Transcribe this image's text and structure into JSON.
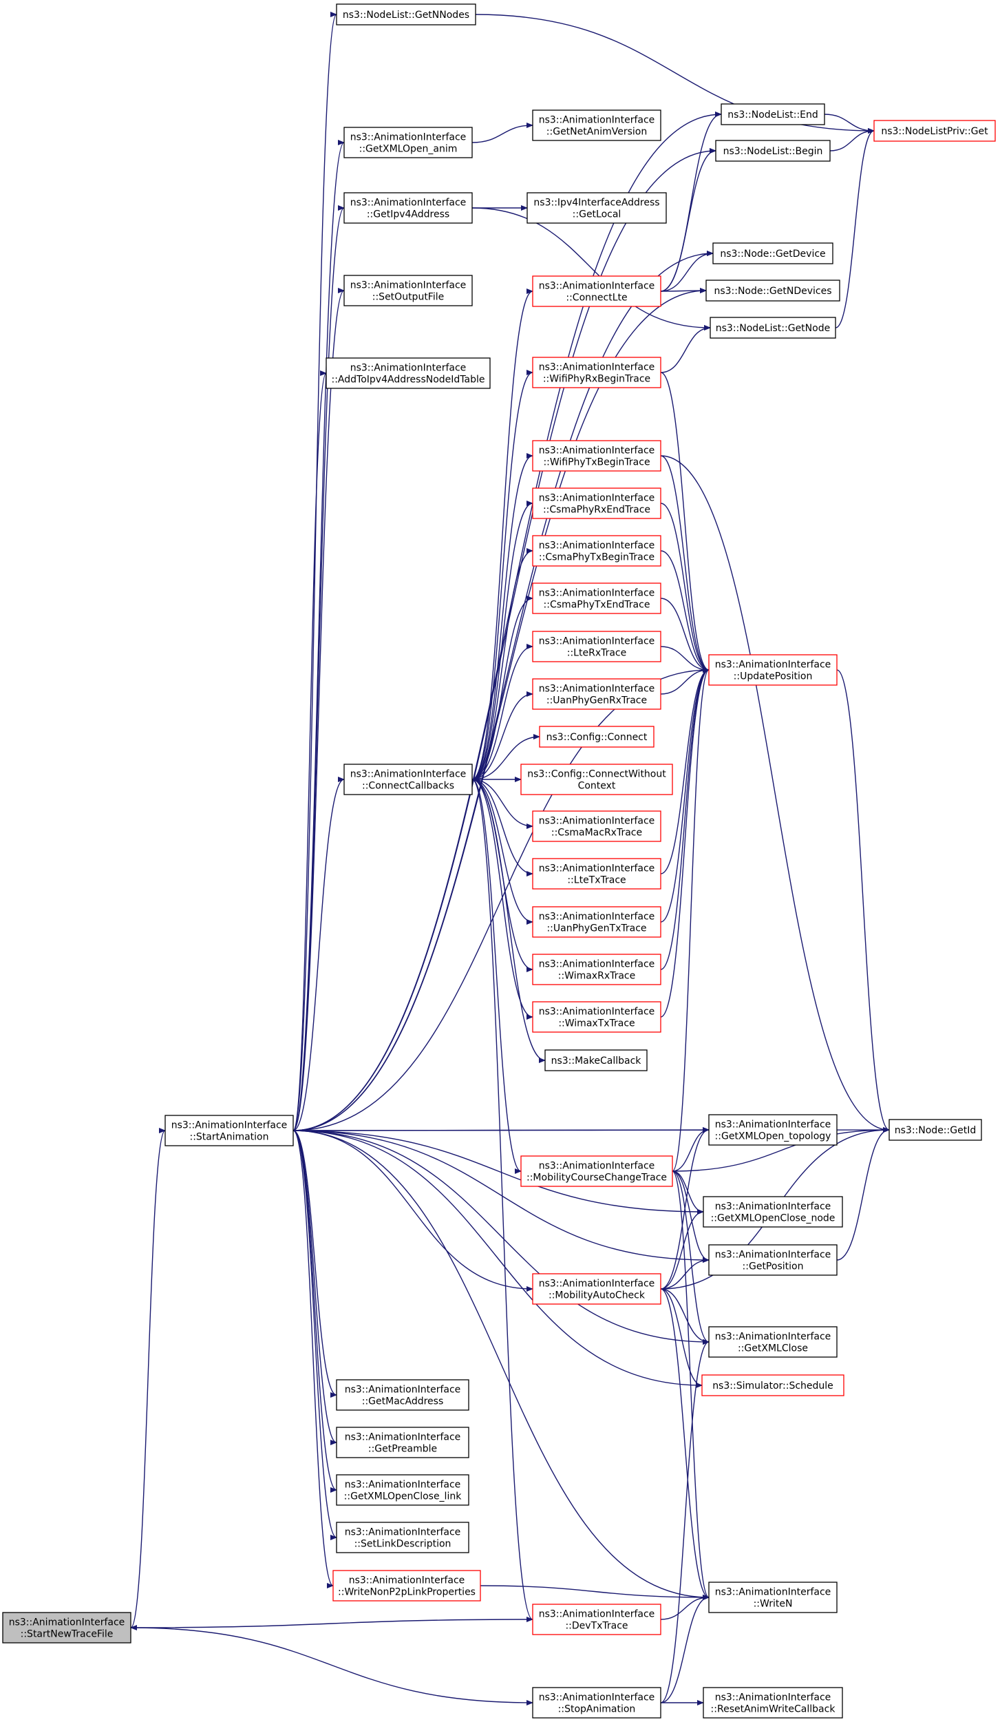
{
  "colors": {
    "edge": "#191970",
    "node_border": "#000000",
    "node_border_truncated": "#ff0000",
    "root_fill": "#bfbfbf"
  },
  "nodes": [
    {
      "id": "startNewTraceFile",
      "lines": [
        "ns3::AnimationInterface",
        "::StartNewTraceFile"
      ],
      "style": "root"
    },
    {
      "id": "startAnimation",
      "lines": [
        "ns3::AnimationInterface",
        "::StartAnimation"
      ],
      "style": "normal"
    },
    {
      "id": "devTxTrace",
      "lines": [
        "ns3::AnimationInterface",
        "::DevTxTrace"
      ],
      "style": "red"
    },
    {
      "id": "stopAnimation",
      "lines": [
        "ns3::AnimationInterface",
        "::StopAnimation"
      ],
      "style": "normal"
    },
    {
      "id": "getNNodes",
      "lines": [
        "ns3::NodeList::GetNNodes"
      ],
      "style": "normal"
    },
    {
      "id": "getXMLOpenAnim",
      "lines": [
        "ns3::AnimationInterface",
        "::GetXMLOpen_anim"
      ],
      "style": "normal"
    },
    {
      "id": "getIpv4Address",
      "lines": [
        "ns3::AnimationInterface",
        "::GetIpv4Address"
      ],
      "style": "normal"
    },
    {
      "id": "setOutputFile",
      "lines": [
        "ns3::AnimationInterface",
        "::SetOutputFile"
      ],
      "style": "normal"
    },
    {
      "id": "addToIpv4",
      "lines": [
        "ns3::AnimationInterface",
        "::AddToIpv4AddressNodeIdTable"
      ],
      "style": "normal"
    },
    {
      "id": "connectCallbacks",
      "lines": [
        "ns3::AnimationInterface",
        "::ConnectCallbacks"
      ],
      "style": "normal"
    },
    {
      "id": "getMacAddress",
      "lines": [
        "ns3::AnimationInterface",
        "::GetMacAddress"
      ],
      "style": "normal"
    },
    {
      "id": "getPreamble",
      "lines": [
        "ns3::AnimationInterface",
        "::GetPreamble"
      ],
      "style": "normal"
    },
    {
      "id": "getXMLOpenCloseLink",
      "lines": [
        "ns3::AnimationInterface",
        "::GetXMLOpenClose_link"
      ],
      "style": "normal"
    },
    {
      "id": "setLinkDescription",
      "lines": [
        "ns3::AnimationInterface",
        "::SetLinkDescription"
      ],
      "style": "normal"
    },
    {
      "id": "writeNonP2p",
      "lines": [
        "ns3::AnimationInterface",
        "::WriteNonP2pLinkProperties"
      ],
      "style": "red"
    },
    {
      "id": "getNetAnimVersion",
      "lines": [
        "ns3::AnimationInterface",
        "::GetNetAnimVersion"
      ],
      "style": "normal"
    },
    {
      "id": "getLocal",
      "lines": [
        "ns3::Ipv4InterfaceAddress",
        "::GetLocal"
      ],
      "style": "normal"
    },
    {
      "id": "connectLte",
      "lines": [
        "ns3::AnimationInterface",
        "::ConnectLte"
      ],
      "style": "red"
    },
    {
      "id": "wifiPhyRxBegin",
      "lines": [
        "ns3::AnimationInterface",
        "::WifiPhyRxBeginTrace"
      ],
      "style": "red"
    },
    {
      "id": "wifiPhyTxBegin",
      "lines": [
        "ns3::AnimationInterface",
        "::WifiPhyTxBeginTrace"
      ],
      "style": "red"
    },
    {
      "id": "csmaPhyRxEnd",
      "lines": [
        "ns3::AnimationInterface",
        "::CsmaPhyRxEndTrace"
      ],
      "style": "red"
    },
    {
      "id": "csmaPhyTxBegin",
      "lines": [
        "ns3::AnimationInterface",
        "::CsmaPhyTxBeginTrace"
      ],
      "style": "red"
    },
    {
      "id": "csmaPhyTxEnd",
      "lines": [
        "ns3::AnimationInterface",
        "::CsmaPhyTxEndTrace"
      ],
      "style": "red"
    },
    {
      "id": "lteRx",
      "lines": [
        "ns3::AnimationInterface",
        "::LteRxTrace"
      ],
      "style": "red"
    },
    {
      "id": "uanPhyGenRx",
      "lines": [
        "ns3::AnimationInterface",
        "::UanPhyGenRxTrace"
      ],
      "style": "red"
    },
    {
      "id": "configConnect",
      "lines": [
        "ns3::Config::Connect"
      ],
      "style": "red"
    },
    {
      "id": "configConnectWithout",
      "lines": [
        "ns3::Config::ConnectWithout",
        "Context"
      ],
      "style": "red"
    },
    {
      "id": "csmaMacRx",
      "lines": [
        "ns3::AnimationInterface",
        "::CsmaMacRxTrace"
      ],
      "style": "red"
    },
    {
      "id": "lteTx",
      "lines": [
        "ns3::AnimationInterface",
        "::LteTxTrace"
      ],
      "style": "red"
    },
    {
      "id": "uanPhyGenTx",
      "lines": [
        "ns3::AnimationInterface",
        "::UanPhyGenTxTrace"
      ],
      "style": "red"
    },
    {
      "id": "wimaxRx",
      "lines": [
        "ns3::AnimationInterface",
        "::WimaxRxTrace"
      ],
      "style": "red"
    },
    {
      "id": "wimaxTx",
      "lines": [
        "ns3::AnimationInterface",
        "::WimaxTxTrace"
      ],
      "style": "red"
    },
    {
      "id": "makeCallback",
      "lines": [
        "ns3::MakeCallback"
      ],
      "style": "normal"
    },
    {
      "id": "mobilityCourseChange",
      "lines": [
        "ns3::AnimationInterface",
        "::MobilityCourseChangeTrace"
      ],
      "style": "red"
    },
    {
      "id": "mobilityAutoCheck",
      "lines": [
        "ns3::AnimationInterface",
        "::MobilityAutoCheck"
      ],
      "style": "red"
    },
    {
      "id": "nodeListEnd",
      "lines": [
        "ns3::NodeList::End"
      ],
      "style": "normal"
    },
    {
      "id": "nodeListBegin",
      "lines": [
        "ns3::NodeList::Begin"
      ],
      "style": "normal"
    },
    {
      "id": "nodeGetDevice",
      "lines": [
        "ns3::Node::GetDevice"
      ],
      "style": "normal"
    },
    {
      "id": "nodeGetNDevices",
      "lines": [
        "ns3::Node::GetNDevices"
      ],
      "style": "normal"
    },
    {
      "id": "nodeListGetNode",
      "lines": [
        "ns3::NodeList::GetNode"
      ],
      "style": "normal"
    },
    {
      "id": "updatePosition",
      "lines": [
        "ns3::AnimationInterface",
        "::UpdatePosition"
      ],
      "style": "red"
    },
    {
      "id": "getXMLOpenTopology",
      "lines": [
        "ns3::AnimationInterface",
        "::GetXMLOpen_topology"
      ],
      "style": "normal"
    },
    {
      "id": "getXMLOpenCloseNode",
      "lines": [
        "ns3::AnimationInterface",
        "::GetXMLOpenClose_node"
      ],
      "style": "normal"
    },
    {
      "id": "getPosition",
      "lines": [
        "ns3::AnimationInterface",
        "::GetPosition"
      ],
      "style": "normal"
    },
    {
      "id": "getXMLClose",
      "lines": [
        "ns3::AnimationInterface",
        "::GetXMLClose"
      ],
      "style": "normal"
    },
    {
      "id": "simulatorSchedule",
      "lines": [
        "ns3::Simulator::Schedule"
      ],
      "style": "red"
    },
    {
      "id": "writeN",
      "lines": [
        "ns3::AnimationInterface",
        "::WriteN"
      ],
      "style": "normal"
    },
    {
      "id": "resetAnimWrite",
      "lines": [
        "ns3::AnimationInterface",
        "::ResetAnimWriteCallback"
      ],
      "style": "normal"
    },
    {
      "id": "nodeListPrivGet",
      "lines": [
        "ns3::NodeListPriv::Get"
      ],
      "style": "red"
    },
    {
      "id": "nodeGetId",
      "lines": [
        "ns3::Node::GetId"
      ],
      "style": "normal"
    }
  ],
  "edges": [
    [
      "startNewTraceFile",
      "startAnimation"
    ],
    [
      "startNewTraceFile",
      "stopAnimation"
    ],
    [
      "devTxTrace",
      "startNewTraceFile"
    ],
    [
      "devTxTrace",
      "writeN"
    ],
    [
      "stopAnimation",
      "writeN"
    ],
    [
      "stopAnimation",
      "resetAnimWrite"
    ],
    [
      "stopAnimation",
      "getXMLClose"
    ],
    [
      "startAnimation",
      "getNNodes"
    ],
    [
      "startAnimation",
      "nodeListEnd"
    ],
    [
      "startAnimation",
      "nodeListBegin"
    ],
    [
      "startAnimation",
      "getXMLOpenAnim"
    ],
    [
      "startAnimation",
      "getIpv4Address"
    ],
    [
      "startAnimation",
      "nodeGetDevice"
    ],
    [
      "startAnimation",
      "setOutputFile"
    ],
    [
      "startAnimation",
      "nodeGetNDevices"
    ],
    [
      "startAnimation",
      "addToIpv4"
    ],
    [
      "startAnimation",
      "updatePosition"
    ],
    [
      "startAnimation",
      "connectCallbacks"
    ],
    [
      "startAnimation",
      "nodeGetId"
    ],
    [
      "startAnimation",
      "getXMLOpenTopology"
    ],
    [
      "startAnimation",
      "getXMLOpenCloseNode"
    ],
    [
      "startAnimation",
      "getPosition"
    ],
    [
      "startAnimation",
      "mobilityAutoCheck"
    ],
    [
      "startAnimation",
      "getXMLClose"
    ],
    [
      "startAnimation",
      "simulatorSchedule"
    ],
    [
      "startAnimation",
      "getMacAddress"
    ],
    [
      "startAnimation",
      "getPreamble"
    ],
    [
      "startAnimation",
      "getXMLOpenCloseLink"
    ],
    [
      "startAnimation",
      "setLinkDescription"
    ],
    [
      "startAnimation",
      "writeNonP2p"
    ],
    [
      "startAnimation",
      "writeN"
    ],
    [
      "getXMLOpenAnim",
      "getNetAnimVersion"
    ],
    [
      "getIpv4Address",
      "getLocal"
    ],
    [
      "getIpv4Address",
      "nodeListGetNode"
    ],
    [
      "writeNonP2p",
      "writeN"
    ],
    [
      "connectCallbacks",
      "connectLte"
    ],
    [
      "connectCallbacks",
      "wifiPhyRxBegin"
    ],
    [
      "connectCallbacks",
      "wifiPhyTxBegin"
    ],
    [
      "connectCallbacks",
      "csmaPhyRxEnd"
    ],
    [
      "connectCallbacks",
      "csmaPhyTxBegin"
    ],
    [
      "connectCallbacks",
      "csmaPhyTxEnd"
    ],
    [
      "connectCallbacks",
      "lteRx"
    ],
    [
      "connectCallbacks",
      "uanPhyGenRx"
    ],
    [
      "connectCallbacks",
      "configConnect"
    ],
    [
      "connectCallbacks",
      "configConnectWithout"
    ],
    [
      "connectCallbacks",
      "csmaMacRx"
    ],
    [
      "connectCallbacks",
      "lteTx"
    ],
    [
      "connectCallbacks",
      "uanPhyGenTx"
    ],
    [
      "connectCallbacks",
      "wimaxRx"
    ],
    [
      "connectCallbacks",
      "wimaxTx"
    ],
    [
      "connectCallbacks",
      "makeCallback"
    ],
    [
      "connectCallbacks",
      "mobilityCourseChange"
    ],
    [
      "connectCallbacks",
      "devTxTrace"
    ],
    [
      "connectLte",
      "nodeListEnd"
    ],
    [
      "connectLte",
      "nodeListBegin"
    ],
    [
      "connectLte",
      "nodeGetDevice"
    ],
    [
      "connectLte",
      "nodeGetNDevices"
    ],
    [
      "wifiPhyRxBegin",
      "nodeListGetNode"
    ],
    [
      "wifiPhyRxBegin",
      "updatePosition"
    ],
    [
      "wifiPhyTxBegin",
      "updatePosition"
    ],
    [
      "wifiPhyTxBegin",
      "nodeGetId"
    ],
    [
      "csmaPhyRxEnd",
      "updatePosition"
    ],
    [
      "csmaPhyTxBegin",
      "updatePosition"
    ],
    [
      "csmaPhyTxEnd",
      "updatePosition"
    ],
    [
      "lteRx",
      "updatePosition"
    ],
    [
      "uanPhyGenRx",
      "updatePosition"
    ],
    [
      "lteTx",
      "updatePosition"
    ],
    [
      "uanPhyGenTx",
      "updatePosition"
    ],
    [
      "wimaxRx",
      "updatePosition"
    ],
    [
      "wimaxTx",
      "updatePosition"
    ],
    [
      "mobilityCourseChange",
      "updatePosition"
    ],
    [
      "mobilityCourseChange",
      "getXMLOpenTopology"
    ],
    [
      "mobilityCourseChange",
      "nodeGetId"
    ],
    [
      "mobilityCourseChange",
      "getXMLOpenCloseNode"
    ],
    [
      "mobilityCourseChange",
      "getPosition"
    ],
    [
      "mobilityCourseChange",
      "getXMLClose"
    ],
    [
      "mobilityCourseChange",
      "writeN"
    ],
    [
      "mobilityAutoCheck",
      "getXMLOpenTopology"
    ],
    [
      "mobilityAutoCheck",
      "getXMLOpenCloseNode"
    ],
    [
      "mobilityAutoCheck",
      "getPosition"
    ],
    [
      "mobilityAutoCheck",
      "nodeGetId"
    ],
    [
      "mobilityAutoCheck",
      "getXMLClose"
    ],
    [
      "mobilityAutoCheck",
      "simulatorSchedule"
    ],
    [
      "mobilityAutoCheck",
      "writeN"
    ],
    [
      "updatePosition",
      "nodeGetId"
    ],
    [
      "getPosition",
      "nodeGetId"
    ],
    [
      "nodeListEnd",
      "nodeListPrivGet"
    ],
    [
      "nodeListBegin",
      "nodeListPrivGet"
    ],
    [
      "nodeListGetNode",
      "nodeListPrivGet"
    ],
    [
      "getNNodes",
      "nodeListPrivGet"
    ]
  ]
}
